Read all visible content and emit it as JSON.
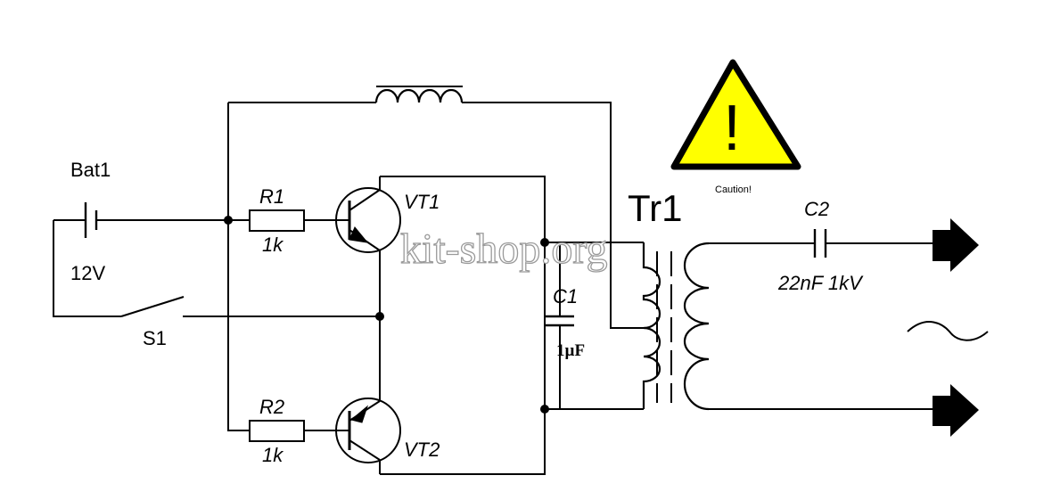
{
  "labels": {
    "bat1": "Bat1",
    "bat1_voltage": "12V",
    "s1": "S1",
    "r1": "R1",
    "r1_value": "1k",
    "r2": "R2",
    "r2_value": "1k",
    "vt1": "VT1",
    "vt2": "VT2",
    "c1": "C1",
    "c1_value": "1µF",
    "c2": "C2",
    "c2_value": "22nF 1kV",
    "tr1": "Tr1",
    "caution": "Caution!",
    "warning_mark": "!",
    "ac_symbol": "~"
  },
  "watermark": "kit-shop.org",
  "colors": {
    "wire": "#000000",
    "warning_fill": "#ffff00",
    "warning_border": "#000000"
  },
  "icons": [
    "warning-triangle-icon",
    "output-arrow-icon"
  ]
}
